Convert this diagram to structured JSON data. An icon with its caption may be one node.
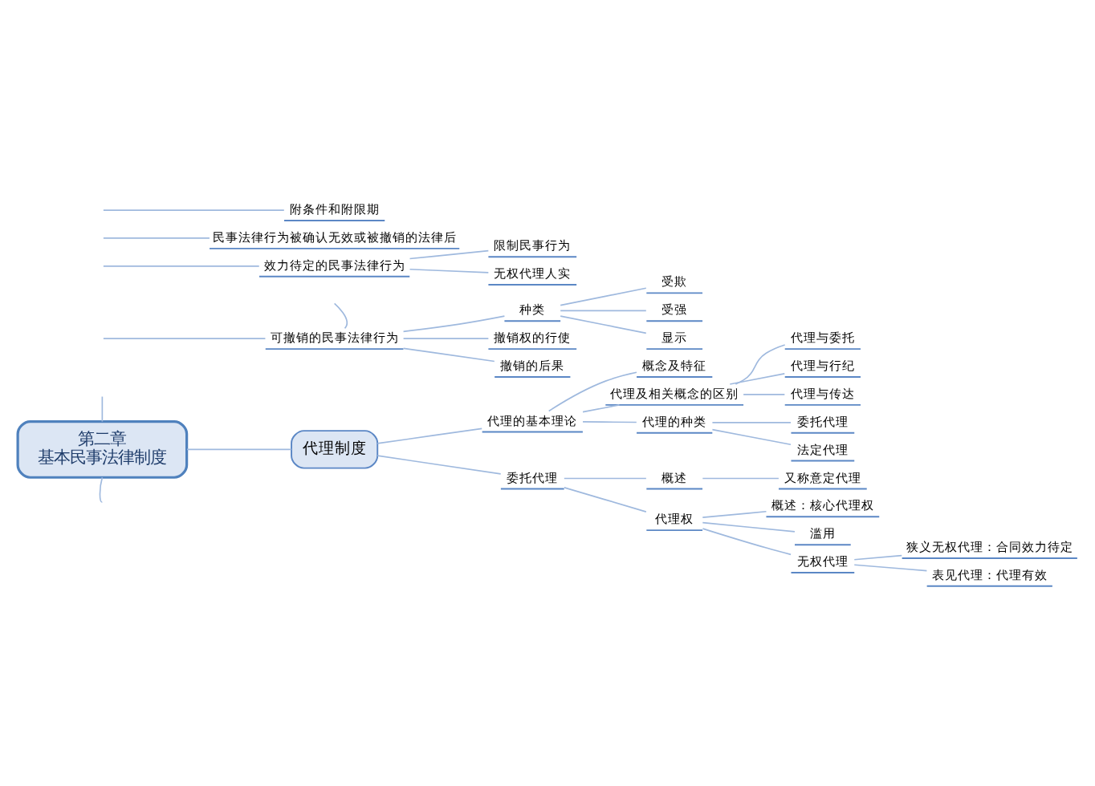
{
  "diagram": {
    "nodes": [
      {
        "text": [
          "第二章",
          "基本民事法律制度"
        ]
      },
      {
        "text": [
          "可撤销的民事法律行为"
        ]
      },
      {
        "text": [
          "种类"
        ]
      },
      {
        "text": [
          "受欺"
        ]
      },
      {
        "text": [
          "受强"
        ]
      },
      {
        "text": [
          "显示"
        ]
      },
      {
        "text": [
          "撤销权的行使"
        ]
      },
      {
        "text": [
          "撤销的后果"
        ]
      },
      {
        "text": [
          "效力待定的民事法律行为"
        ]
      },
      {
        "text": [
          "限制民事行为"
        ]
      },
      {
        "text": [
          "无权代理人实"
        ]
      },
      {
        "text": [
          "民事法律行为被确认无效或被撤销的法律后"
        ]
      },
      {
        "text": [
          "附条件和附限期"
        ]
      },
      {
        "text": [
          "代理制度"
        ]
      },
      {
        "text": [
          "代理的基本理论"
        ]
      },
      {
        "text": [
          "概念及特征"
        ]
      },
      {
        "text": [
          "代理及相关概念的区别"
        ]
      },
      {
        "text": [
          "代理与委托"
        ]
      },
      {
        "text": [
          "代理与行纪"
        ]
      },
      {
        "text": [
          "代理与传达"
        ]
      },
      {
        "text": [
          "代理的种类"
        ]
      },
      {
        "text": [
          "委托代理"
        ]
      },
      {
        "text": [
          "法定代理"
        ]
      },
      {
        "text": [
          "委托代理"
        ]
      },
      {
        "text": [
          "概述"
        ]
      },
      {
        "text": [
          "又称意定代理"
        ]
      },
      {
        "text": [
          "代理权"
        ]
      },
      {
        "text": [
          "概述：核心代理权"
        ]
      },
      {
        "text": [
          "滥用"
        ]
      },
      {
        "text": [
          "无权代理"
        ]
      },
      {
        "text": [
          "狭义无权代理：合同效力待定"
        ]
      },
      {
        "text": [
          "表见代理：代理有效"
        ]
      }
    ],
    "edges": [
      {
        "from": 0,
        "to": null,
        "arrow": "none"
      },
      {
        "from": null,
        "to": 1,
        "arrow": "none"
      },
      {
        "from": 1,
        "to": null,
        "arrow": "none"
      },
      {
        "from": 1,
        "to": 2,
        "arrow": "none"
      },
      {
        "from": 2,
        "to": 3,
        "arrow": "none"
      },
      {
        "from": 2,
        "to": 4,
        "arrow": "none"
      },
      {
        "from": 2,
        "to": 5,
        "arrow": "none"
      },
      {
        "from": 1,
        "to": 6,
        "arrow": "none"
      },
      {
        "from": 1,
        "to": 7,
        "arrow": "none"
      },
      {
        "from": null,
        "to": 8,
        "arrow": "none"
      },
      {
        "from": 8,
        "to": 9,
        "arrow": "none"
      },
      {
        "from": 8,
        "to": 10,
        "arrow": "none"
      },
      {
        "from": null,
        "to": 11,
        "arrow": "none"
      },
      {
        "from": null,
        "to": 12,
        "arrow": "none"
      },
      {
        "from": 0,
        "to": 13,
        "arrow": "none"
      },
      {
        "from": 13,
        "to": 14,
        "arrow": "none"
      },
      {
        "from": 14,
        "to": 15,
        "arrow": "none"
      },
      {
        "from": 14,
        "to": 16,
        "arrow": "none"
      },
      {
        "from": 16,
        "to": 17,
        "arrow": "none"
      },
      {
        "from": 16,
        "to": 18,
        "arrow": "none"
      },
      {
        "from": 16,
        "to": 19,
        "arrow": "none"
      },
      {
        "from": 14,
        "to": 20,
        "arrow": "none"
      },
      {
        "from": 20,
        "to": 21,
        "arrow": "none"
      },
      {
        "from": 20,
        "to": 22,
        "arrow": "none"
      },
      {
        "from": 13,
        "to": 23,
        "arrow": "none"
      },
      {
        "from": 23,
        "to": 24,
        "arrow": "none"
      },
      {
        "from": 24,
        "to": 25,
        "arrow": "none"
      },
      {
        "from": 23,
        "to": 26,
        "arrow": "none"
      },
      {
        "from": 26,
        "to": 27,
        "arrow": "none"
      },
      {
        "from": 26,
        "to": 28,
        "arrow": "none"
      },
      {
        "from": 26,
        "to": 29,
        "arrow": "none"
      },
      {
        "from": 29,
        "to": 30,
        "arrow": "none"
      },
      {
        "from": 29,
        "to": 31,
        "arrow": "none"
      },
      {
        "from": 0,
        "to": null,
        "arrow": "none"
      }
    ]
  }
}
